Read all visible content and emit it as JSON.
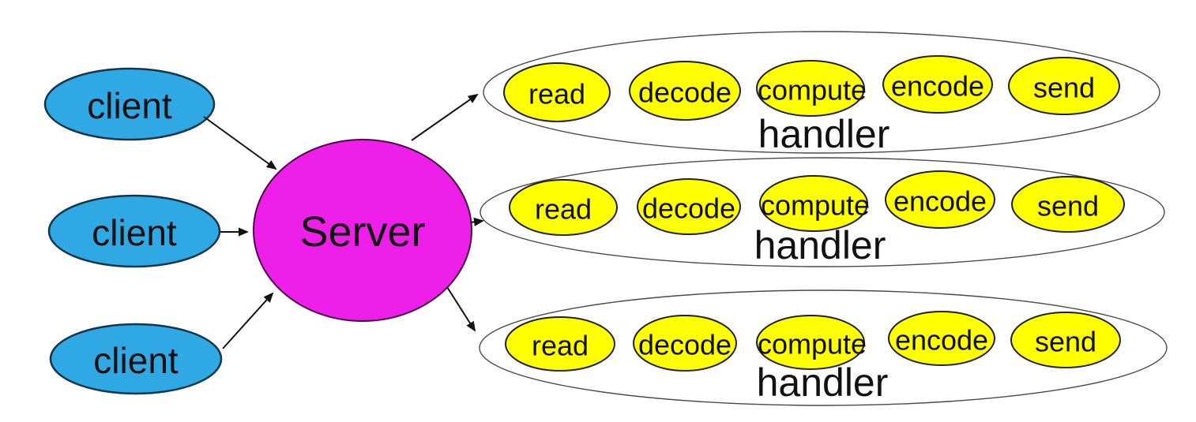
{
  "clients": [
    {
      "label": "client"
    },
    {
      "label": "client"
    },
    {
      "label": "client"
    }
  ],
  "server": {
    "label": "Server"
  },
  "handlers": [
    {
      "label": "handler",
      "tasks": [
        "read",
        "decode",
        "compute",
        "encode",
        "send"
      ]
    },
    {
      "label": "handler",
      "tasks": [
        "read",
        "decode",
        "compute",
        "encode",
        "send"
      ]
    },
    {
      "label": "handler",
      "tasks": [
        "read",
        "decode",
        "compute",
        "encode",
        "send"
      ]
    }
  ],
  "colors": {
    "client_fill": "#2fa8e4",
    "client_stroke": "#14374e",
    "server_fill": "#ee1fe8",
    "server_stroke": "#4b0548",
    "task_fill": "#ffff00",
    "task_stroke": "#222222",
    "handler_outline": "#4a4a4a",
    "arrow": "#111111",
    "text": "#111111",
    "background": "#ffffff"
  }
}
